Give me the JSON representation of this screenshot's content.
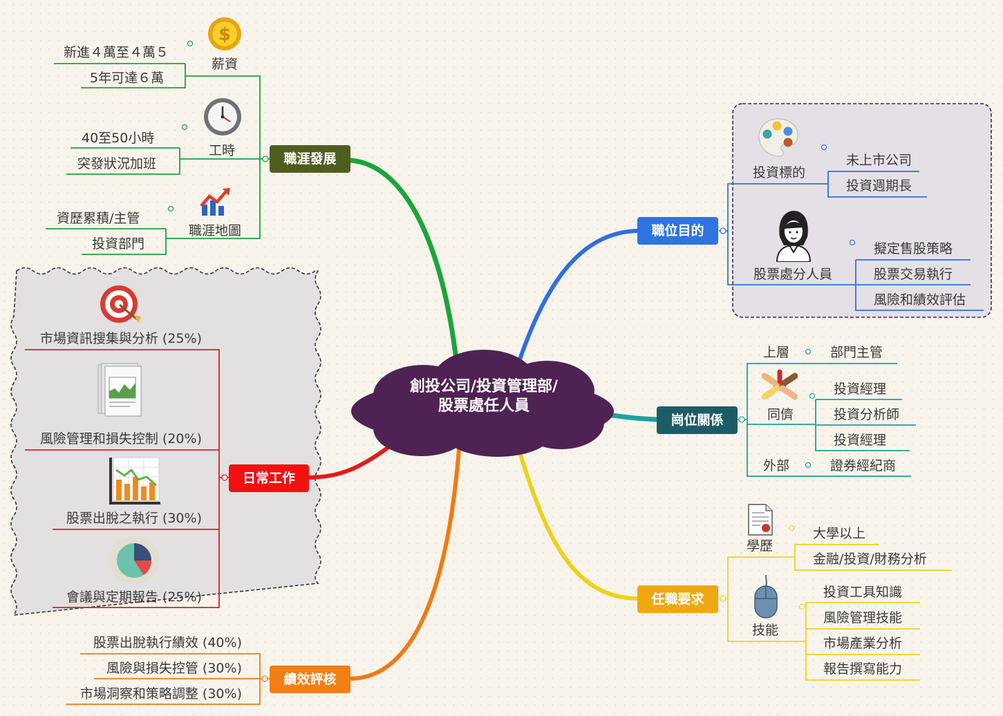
{
  "central": {
    "line1": "創投公司/投資管理部/",
    "line2": "股票處任人員"
  },
  "branches": {
    "career": {
      "label": "職涯發展",
      "color": "#4f5e1f",
      "line": "#1aa53a"
    },
    "purpose": {
      "label": "職位目的",
      "color": "#2f74e0",
      "line": "#2f6fe0"
    },
    "daily": {
      "label": "日常工作",
      "color": "#f31010",
      "line": "#e21b1b"
    },
    "relation": {
      "label": "崗位關係",
      "color": "#1d5b66",
      "line": "#1aa39b"
    },
    "require": {
      "label": "任職要求",
      "color": "#f0a812",
      "line": "#efd11a"
    },
    "perf": {
      "label": "績效評核",
      "color": "#f27e16",
      "line": "#f07b14"
    }
  },
  "career": {
    "salary": {
      "label": "薪資",
      "icon": "coin-dollar-icon",
      "items": [
        "新進４萬至４萬５",
        "5年可達６萬"
      ]
    },
    "hours": {
      "label": "工時",
      "icon": "clock-icon",
      "items": [
        "40至50小時",
        "突發狀況加班"
      ]
    },
    "map": {
      "label": "職涯地圖",
      "icon": "chart-arrow-up-icon",
      "items": [
        "資歷累積/主管",
        "投資部門"
      ]
    }
  },
  "purpose": {
    "target": {
      "label": "投資標的",
      "icon": "palette-icon",
      "items": [
        "未上市公司",
        "投資週期長"
      ]
    },
    "staff": {
      "label": "股票處分人員",
      "icon": "woman-avatar-icon",
      "items": [
        "擬定售股策略",
        "股票交易執行",
        "風險和績效評估"
      ]
    }
  },
  "daily": [
    {
      "label": "市場資訊搜集與分析 (25%)",
      "icon": "target-icon"
    },
    {
      "label": "風險管理和損失控制 (20%)",
      "icon": "report-chart-icon"
    },
    {
      "label": "股票出脫之執行 (30%)",
      "icon": "bar-line-chart-icon"
    },
    {
      "label": "會議與定期報告 (25%)",
      "icon": "pie-chart-icon"
    }
  ],
  "relation": {
    "upper": {
      "label": "上層",
      "items": [
        "部門主管"
      ]
    },
    "peer": {
      "label": "同儕",
      "icon": "hands-together-icon",
      "items": [
        "投資經理",
        "投資分析師",
        "投資經理"
      ]
    },
    "outer": {
      "label": "外部",
      "items": [
        "證券經紀商"
      ]
    }
  },
  "require": {
    "edu": {
      "label": "學歷",
      "icon": "certificate-icon",
      "items": [
        "大學以上",
        "金融/投資/財務分析"
      ]
    },
    "skill": {
      "label": "技能",
      "icon": "mouse-icon",
      "items": [
        "投資工具知識",
        "風險管理技能",
        "市場產業分析",
        "報告撰寫能力"
      ]
    }
  },
  "perf": {
    "items": [
      "股票出脫執行績效 (40%)",
      "風險與損失控管 (30%)",
      "市場洞察和策略調整 (30%)"
    ]
  }
}
